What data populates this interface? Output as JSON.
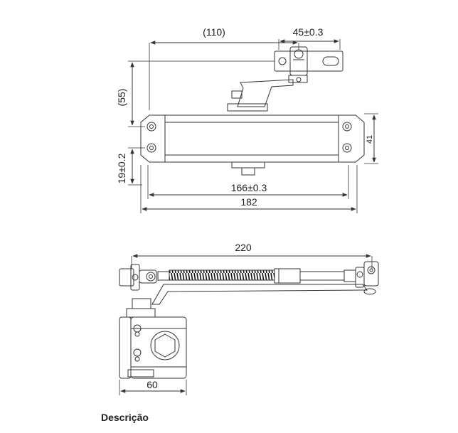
{
  "top_view": {
    "dims": {
      "overall_110": "(110)",
      "bracket_45": "45±0.3",
      "height_55": "(55)",
      "height_41": "41",
      "offset_19": "19±0.2",
      "holes_166": "166±0.3",
      "length_182": "182"
    }
  },
  "side_view": {
    "dims": {
      "arm_220": "220",
      "width_60": "60"
    }
  },
  "caption": "Descrição"
}
